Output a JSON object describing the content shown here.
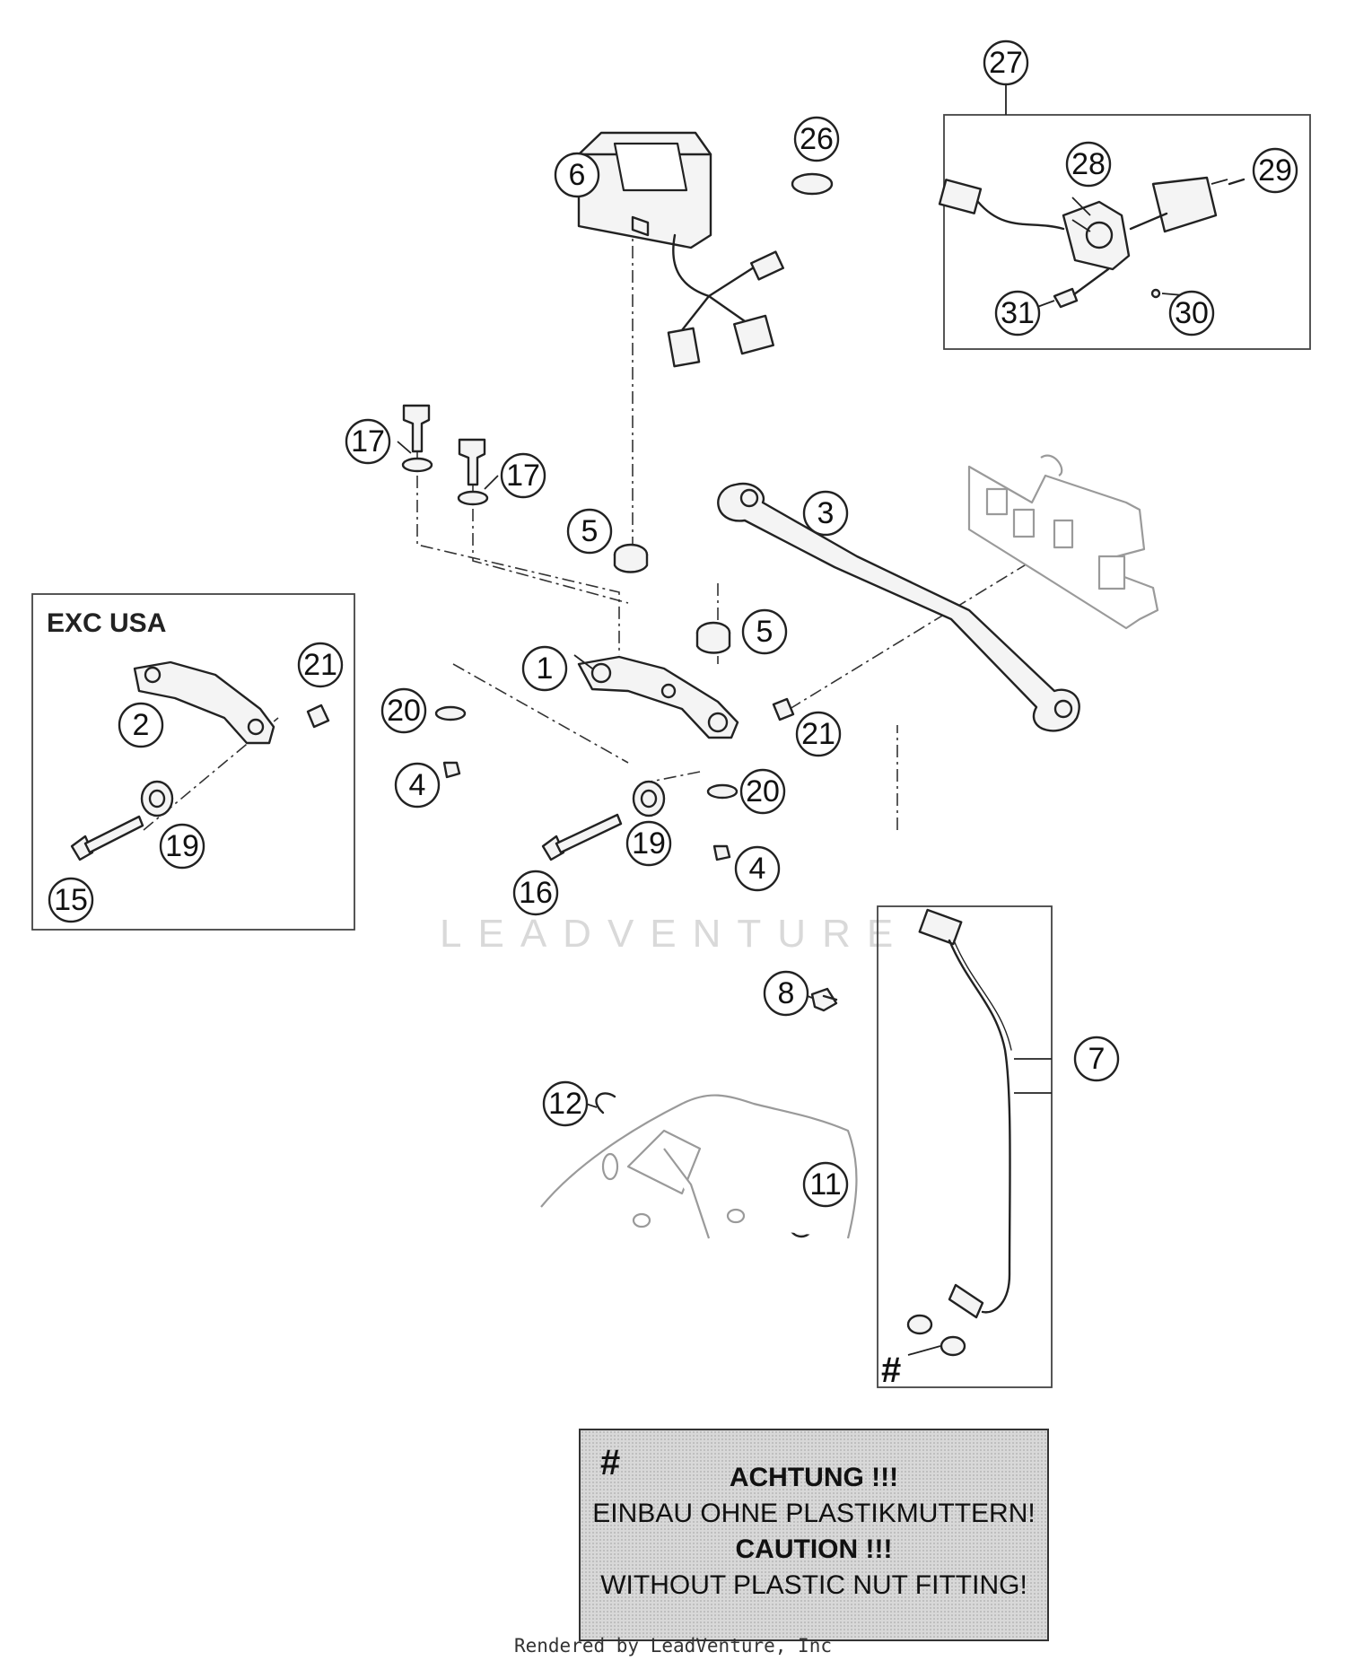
{
  "diagram": {
    "callouts": [
      {
        "id": "c1",
        "number": "1"
      },
      {
        "id": "c2",
        "number": "2"
      },
      {
        "id": "c3",
        "number": "3"
      },
      {
        "id": "c4a",
        "number": "4"
      },
      {
        "id": "c4b",
        "number": "4"
      },
      {
        "id": "c5a",
        "number": "5"
      },
      {
        "id": "c5b",
        "number": "5"
      },
      {
        "id": "c6",
        "number": "6"
      },
      {
        "id": "c7",
        "number": "7"
      },
      {
        "id": "c8",
        "number": "8"
      },
      {
        "id": "c11",
        "number": "11"
      },
      {
        "id": "c12",
        "number": "12"
      },
      {
        "id": "c15",
        "number": "15"
      },
      {
        "id": "c16",
        "number": "16"
      },
      {
        "id": "c17a",
        "number": "17"
      },
      {
        "id": "c17b",
        "number": "17"
      },
      {
        "id": "c19a",
        "number": "19"
      },
      {
        "id": "c19b",
        "number": "19"
      },
      {
        "id": "c20a",
        "number": "20"
      },
      {
        "id": "c20b",
        "number": "20"
      },
      {
        "id": "c21a",
        "number": "21"
      },
      {
        "id": "c21b",
        "number": "21"
      },
      {
        "id": "c26",
        "number": "26"
      },
      {
        "id": "c27",
        "number": "27"
      },
      {
        "id": "c28",
        "number": "28"
      },
      {
        "id": "c29",
        "number": "29"
      },
      {
        "id": "c30",
        "number": "30"
      },
      {
        "id": "c31",
        "number": "31"
      }
    ],
    "inset_label": "EXC USA",
    "hash_symbol": "#",
    "watermark": "LEADVENTURE"
  },
  "note": {
    "symbol": "#",
    "line1": "ACHTUNG !!!",
    "line2": "EINBAU OHNE PLASTIKMUTTERN!",
    "line3": "CAUTION !!!",
    "line4": "WITHOUT PLASTIC NUT FITTING!"
  },
  "footer": "Rendered by LeadVenture, Inc"
}
